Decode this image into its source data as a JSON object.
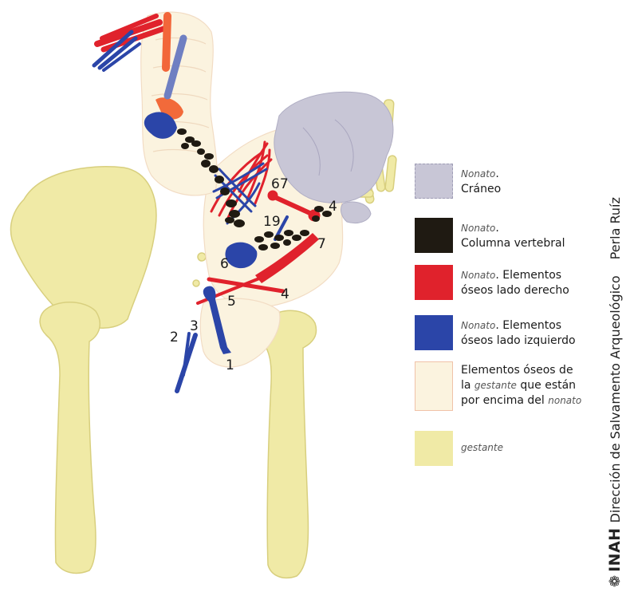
{
  "colors": {
    "cranium": "#c8c6d6",
    "spine": "#1f1a12",
    "right": "#e0222c",
    "left": "#2b45a8",
    "overlay": "#fbf3df",
    "overlay_border": "#f0c2a8",
    "gestante": "#f0eaa6",
    "gestante_stroke": "#d8cf7e"
  },
  "labels": {
    "n1": "1",
    "n2": "2",
    "n3": "3",
    "n4": "4",
    "n5": "5",
    "n6": "6",
    "n7": "7",
    "n19": "19",
    "n67": "67"
  },
  "legend": {
    "cranium": {
      "italic": "Nonato",
      "rest": ".",
      "line2": "Cráneo"
    },
    "spine": {
      "italic": "Nonato",
      "rest": ".",
      "line2": "Columna vertebral"
    },
    "right": {
      "italic": "Nonato",
      "rest": ". Elementos",
      "line2": "óseos lado derecho"
    },
    "left": {
      "italic": "Nonato",
      "rest": ". Elementos",
      "line2": "óseos lado izquierdo"
    },
    "overlay": {
      "line1": "Elementos óseos de",
      "line2_a": "la ",
      "line2_it": "gestante",
      "line2_b": " que están",
      "line3_a": "por encima del ",
      "line3_it": "nonato"
    },
    "gestante": {
      "italic": "gestante"
    }
  },
  "credit": {
    "logo_mark": "❁",
    "logo_text": "INAH",
    "department": "Dirección de Salvamento Arqueológico",
    "author": "Perla Ruíz"
  },
  "icons": [
    "inah-logo-icon"
  ]
}
